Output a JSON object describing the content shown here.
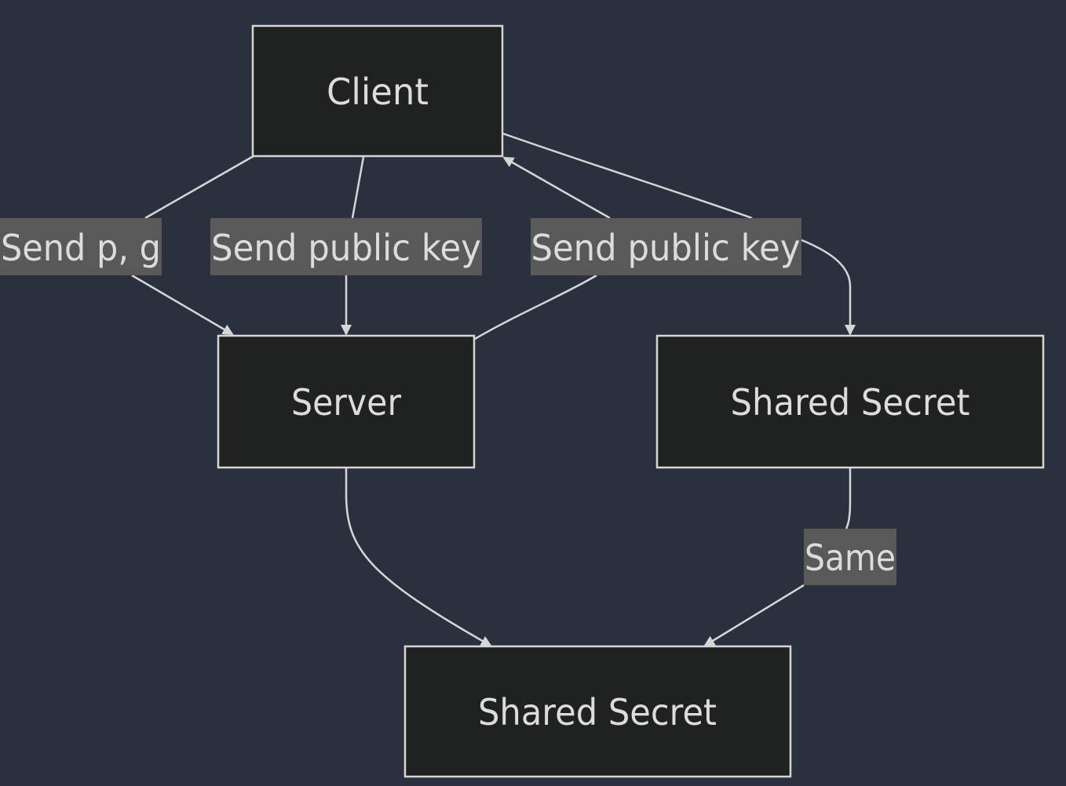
{
  "diagram": {
    "type": "flowchart",
    "colors": {
      "background": "#2a303d",
      "node_fill": "#202121",
      "node_stroke": "#d6d6d6",
      "text": "#dcdcdc",
      "edge_label_background": "#595959"
    },
    "nodes": {
      "client": "Client",
      "server": "Server",
      "shared_secret_right": "Shared Secret",
      "shared_secret_bottom": "Shared Secret"
    },
    "edges": {
      "client_to_server_params": "Send p, g",
      "client_to_server_key": "Send public key",
      "server_to_client_key": "Send public key",
      "right_to_bottom_same": "Same"
    }
  }
}
